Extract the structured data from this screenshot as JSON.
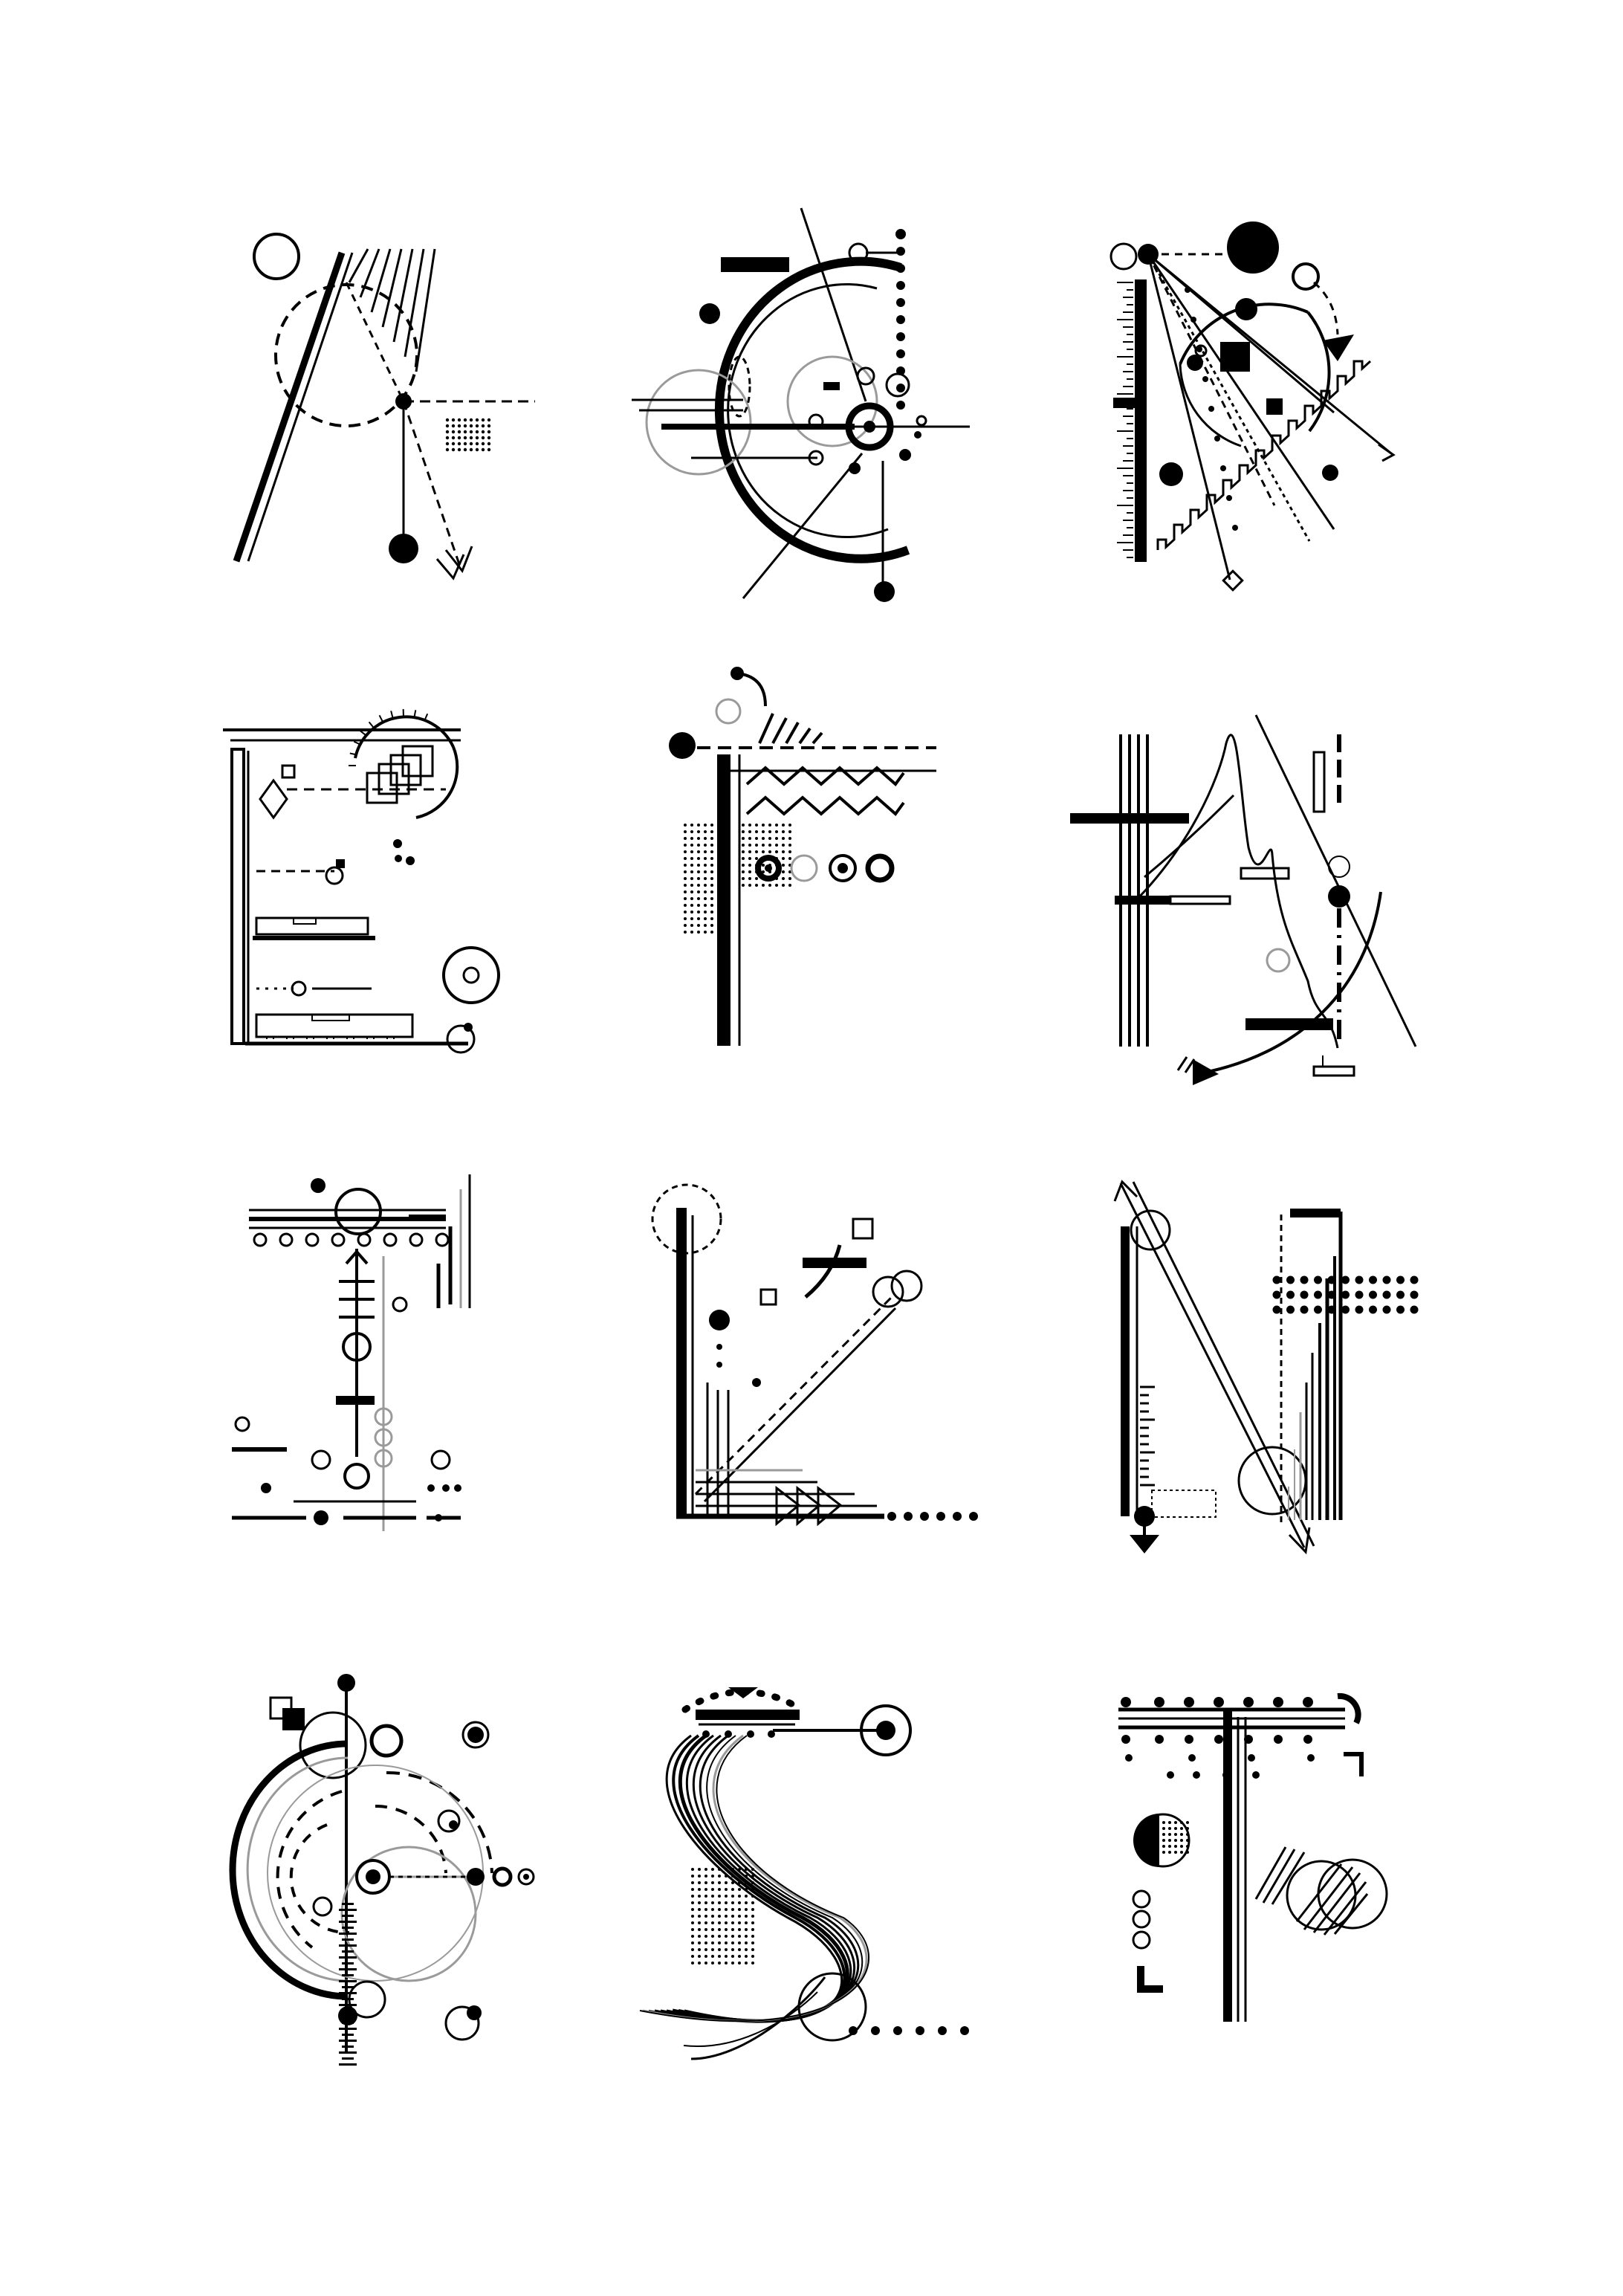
{
  "letters": [
    {
      "char": "A",
      "name": "letter-a-glyph"
    },
    {
      "char": "C",
      "name": "letter-c-glyph"
    },
    {
      "char": "D",
      "name": "letter-d-glyph"
    },
    {
      "char": "E",
      "name": "letter-e-glyph"
    },
    {
      "char": "F",
      "name": "letter-f-glyph"
    },
    {
      "char": "H",
      "name": "letter-h-glyph"
    },
    {
      "char": "I",
      "name": "letter-i-glyph"
    },
    {
      "char": "L",
      "name": "letter-l-glyph"
    },
    {
      "char": "N",
      "name": "letter-n-glyph"
    },
    {
      "char": "O",
      "name": "letter-o-glyph"
    },
    {
      "char": "S",
      "name": "letter-s-glyph"
    },
    {
      "char": "T",
      "name": "letter-t-glyph"
    }
  ],
  "colors": {
    "ink": "#000000",
    "grey": "#9a9a9a",
    "paper": "#ffffff"
  }
}
